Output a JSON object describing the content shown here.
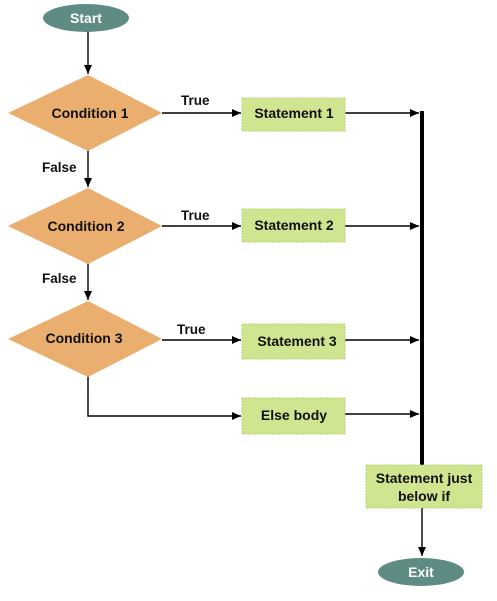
{
  "colors": {
    "terminal": "#5e8b84",
    "decision": "#eaaf6e",
    "process": "#cfe58f",
    "process_border": "#b9d27a",
    "line": "#000000"
  },
  "nodes": {
    "start": "Start",
    "condition1": "Condition 1",
    "condition2": "Condition 2",
    "condition3": "Condition 3",
    "statement1": "Statement 1",
    "statement2": "Statement 2",
    "statement3": "Statement 3",
    "else_body": "Else body",
    "statement_below": [
      "Statement just",
      "below if"
    ],
    "exit": "Exit"
  },
  "edges": {
    "true1": "True",
    "true2": "True",
    "true3": "True",
    "false1": "False",
    "false2": "False"
  }
}
